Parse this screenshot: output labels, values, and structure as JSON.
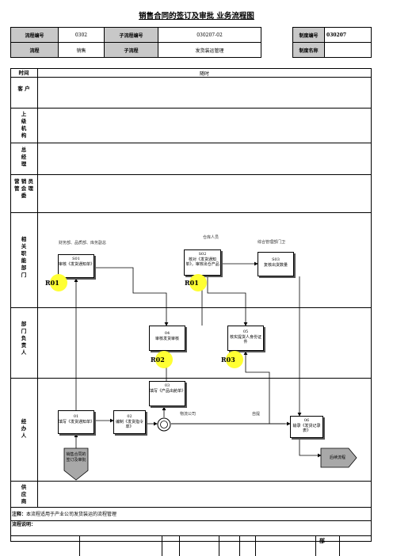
{
  "title": {
    "text": "销售合同的签订及审批 业务流程图"
  },
  "header": {
    "process_no_label": "流程编号",
    "process_no": "0302",
    "subprocess_no_label": "子流程编号",
    "subprocess_no": "030207-02",
    "rule_no_label": "制度编号",
    "rule_no": "030207",
    "process_label": "流程",
    "process": "销售",
    "subprocess_label": "子流程",
    "subprocess": "发货装运管理",
    "rule_name_label": "制度名称",
    "rule_name": ""
  },
  "columns": {
    "time_label": "时间",
    "time_value": "随时"
  },
  "lanes": [
    {
      "label": "客 户"
    },
    {
      "label": "上 级 机 构"
    },
    {
      "label": "总 经 理"
    },
    {
      "label": "营 销 员 管 会 理 委"
    },
    {
      "label": "相 关 职 能 部 门"
    },
    {
      "label": "部 门 负 责 人"
    },
    {
      "label": "经 办 人"
    },
    {
      "label": "供 应 商"
    }
  ],
  "nodes": {
    "s01_code": "S01",
    "s01_text": "审核《发货通知单》",
    "s01_note": "财务部、品质部、库务副总",
    "s02_code": "S02",
    "s02_text": "核对《发货通知单》，审核出仓产品",
    "s02_note": "仓库人员",
    "s03_code": "S03",
    "s03_text": "复核出货数量",
    "s03_note": "综合管理部门卫",
    "n04_code": "04",
    "n04_text": "审核发货审核",
    "n05_code": "05",
    "n05_text": "核实提货人身份证件",
    "n03_code": "03",
    "n03_text": "填写《产品出舱单》",
    "n01_code": "01",
    "n01_text": "填写《发货通知单》",
    "n02_code": "02",
    "n02_text": "编制《发货指令单》",
    "n06_code": "06",
    "n06_text": "输录《发货记录表》",
    "start_text": "销售合同的签订及审批",
    "end_text": "后续流程",
    "logistics_label": "物流公司",
    "self_pick_label": "自提"
  },
  "risks": {
    "r1": "R01",
    "r2": "R01",
    "r3": "R02",
    "r4": "R03"
  },
  "footer": {
    "note_label": "注释：",
    "note_text": "本流程适用于产业公司发货装运的流程管理",
    "desc_label": "流程说明：",
    "bottom_mark": "部"
  }
}
